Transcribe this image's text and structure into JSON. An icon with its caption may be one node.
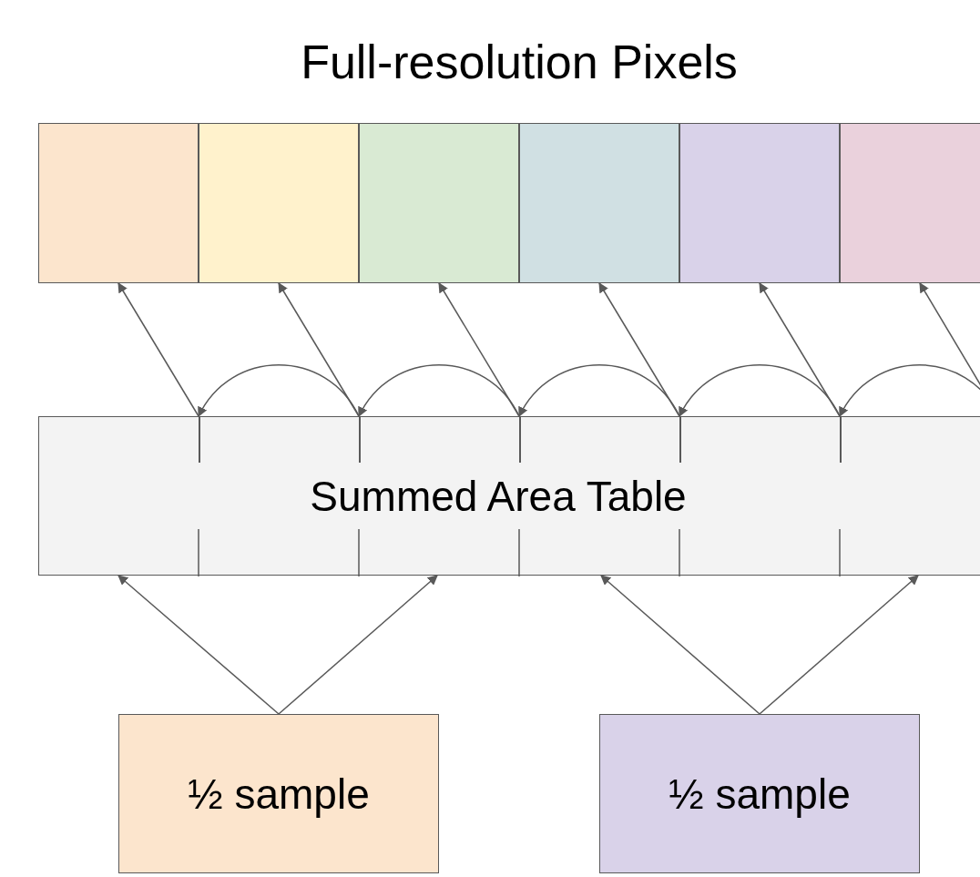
{
  "diagram": {
    "title": "Full-resolution Pixels",
    "nodes": [
      {
        "text": [],
        "shape": "box"
      },
      {
        "text": [],
        "shape": "box"
      },
      {
        "text": [],
        "shape": "box"
      },
      {
        "text": [],
        "shape": "box"
      },
      {
        "text": [],
        "shape": "box"
      },
      {
        "text": [],
        "shape": "box"
      },
      {
        "text": [
          "Summed Area Table"
        ]
      },
      {
        "text": [],
        "shape": "bar",
        "in": 6
      },
      {
        "text": [],
        "shape": "bar",
        "in": 6
      },
      {
        "text": [],
        "shape": "bar",
        "in": 6
      },
      {
        "text": [],
        "shape": "bar",
        "in": 6
      },
      {
        "text": [],
        "shape": "bar",
        "in": 6
      },
      {
        "text": [
          "½ sample"
        ]
      },
      {
        "text": [
          "½ sample"
        ]
      }
    ],
    "edges": [
      {
        "from": 7,
        "to": 0,
        "arrow": "to"
      },
      {
        "from": 8,
        "to": 1,
        "arrow": "to"
      },
      {
        "from": 9,
        "to": 2,
        "arrow": "to"
      },
      {
        "from": 10,
        "to": 3,
        "arrow": "to"
      },
      {
        "from": 11,
        "to": 4,
        "arrow": "to"
      },
      {
        "from": 6,
        "to": 5,
        "arrow": "to"
      },
      {
        "from": 8,
        "to": 7,
        "arrow": "to"
      },
      {
        "from": 9,
        "to": 8,
        "arrow": "to"
      },
      {
        "from": 10,
        "to": 9,
        "arrow": "to"
      },
      {
        "from": 11,
        "to": 10,
        "arrow": "to"
      },
      {
        "from": 6,
        "to": 11,
        "arrow": "to"
      },
      {
        "from": 12,
        "to": 6,
        "arrow": "to"
      },
      {
        "from": 12,
        "to": 6,
        "arrow": "to"
      },
      {
        "from": 13,
        "to": 6,
        "arrow": "to"
      },
      {
        "from": 13,
        "to": 6,
        "arrow": "to"
      }
    ]
  }
}
